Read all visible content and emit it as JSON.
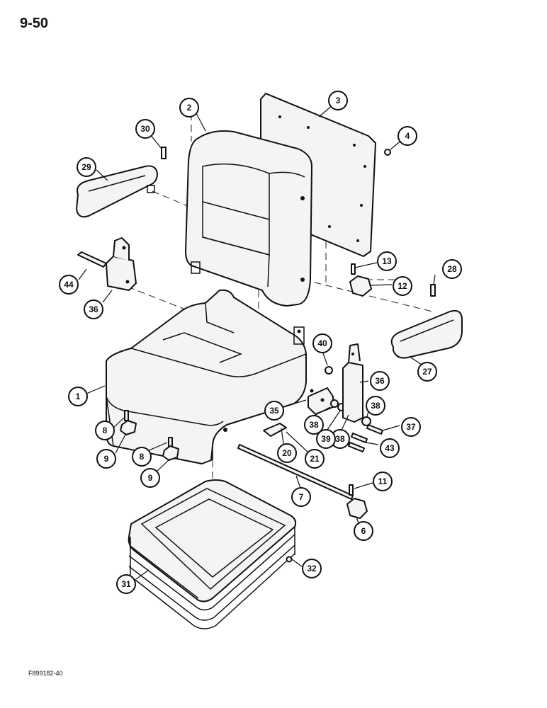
{
  "page": {
    "number": "9-50",
    "figure_code": "F899182-40"
  },
  "callouts": [
    {
      "id": "c1",
      "label": "1"
    },
    {
      "id": "c2",
      "label": "2"
    },
    {
      "id": "c3",
      "label": "3"
    },
    {
      "id": "c4",
      "label": "4"
    },
    {
      "id": "c6",
      "label": "6"
    },
    {
      "id": "c7",
      "label": "7"
    },
    {
      "id": "c8a",
      "label": "8"
    },
    {
      "id": "c8b",
      "label": "8"
    },
    {
      "id": "c9a",
      "label": "9"
    },
    {
      "id": "c9b",
      "label": "9"
    },
    {
      "id": "c11",
      "label": "11"
    },
    {
      "id": "c12",
      "label": "12"
    },
    {
      "id": "c13",
      "label": "13"
    },
    {
      "id": "c20",
      "label": "20"
    },
    {
      "id": "c21",
      "label": "21"
    },
    {
      "id": "c27",
      "label": "27"
    },
    {
      "id": "c28",
      "label": "28"
    },
    {
      "id": "c29",
      "label": "29"
    },
    {
      "id": "c30",
      "label": "30"
    },
    {
      "id": "c31",
      "label": "31"
    },
    {
      "id": "c32",
      "label": "32"
    },
    {
      "id": "c35",
      "label": "35"
    },
    {
      "id": "c36a",
      "label": "36"
    },
    {
      "id": "c36b",
      "label": "36"
    },
    {
      "id": "c37",
      "label": "37"
    },
    {
      "id": "c38a",
      "label": "38"
    },
    {
      "id": "c38b",
      "label": "38"
    },
    {
      "id": "c38c",
      "label": "38"
    },
    {
      "id": "c39",
      "label": "39"
    },
    {
      "id": "c40",
      "label": "40"
    },
    {
      "id": "c43",
      "label": "43"
    },
    {
      "id": "c44",
      "label": "44"
    }
  ]
}
